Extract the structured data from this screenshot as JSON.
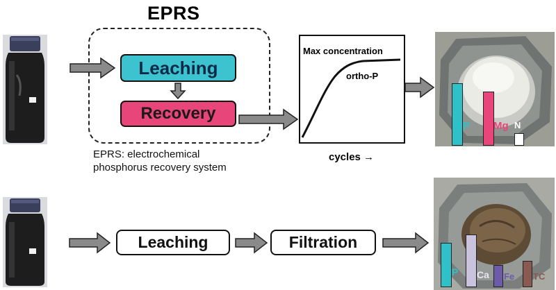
{
  "diagram": {
    "title": "EPRS",
    "definition_line1": "EPRS: electrochemical",
    "definition_line2": "phosphorus recovery system",
    "top_flow": {
      "leaching": "Leaching",
      "recovery": "Recovery"
    },
    "bottom_flow": {
      "leaching": "Leaching",
      "filtration": "Filtration"
    },
    "chart": {
      "max_label": "Max concentration",
      "curve_label": "ortho-P",
      "x_label": "cycles →"
    },
    "colors": {
      "leaching_fill": "#3cc3cf",
      "recovery_fill": "#e8467a",
      "arrow": "#8a8a8a",
      "bar_P": "#2ec1c7",
      "bar_Mg": "#e8467a",
      "bar_N": "#ffffff",
      "bar_Ca": "#c9c3de",
      "bar_Fe": "#6d5aa8",
      "bar_TC": "#8a5a52"
    },
    "top_product_bars": [
      {
        "label": "P",
        "level": 0.95
      },
      {
        "label": "Mg",
        "level": 0.85
      },
      {
        "label": "N",
        "level": 0.18
      }
    ],
    "bottom_product_bars": [
      {
        "label": "P",
        "level": 0.95
      },
      {
        "label": "Ca",
        "level": 1.0
      },
      {
        "label": "Fe",
        "level": 0.42
      },
      {
        "label": "TC",
        "level": 0.5
      }
    ]
  }
}
